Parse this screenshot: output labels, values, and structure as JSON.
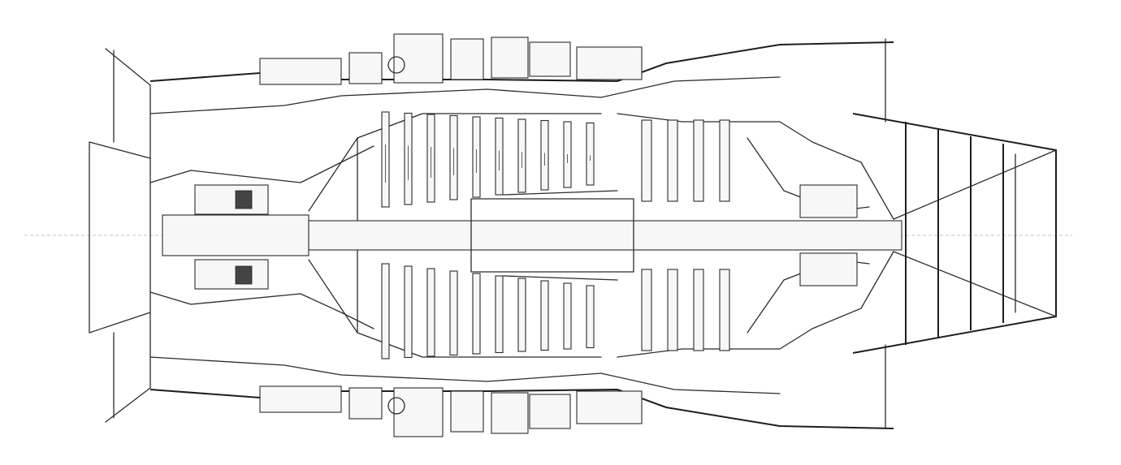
{
  "diagram": {
    "kind": "jet-engine-cross-section",
    "colors": {
      "line": "#2b2b2b",
      "background": "#ffffff"
    },
    "compressor_stages": 10,
    "turbine_stages": 4,
    "exhaust_rings": 4
  }
}
